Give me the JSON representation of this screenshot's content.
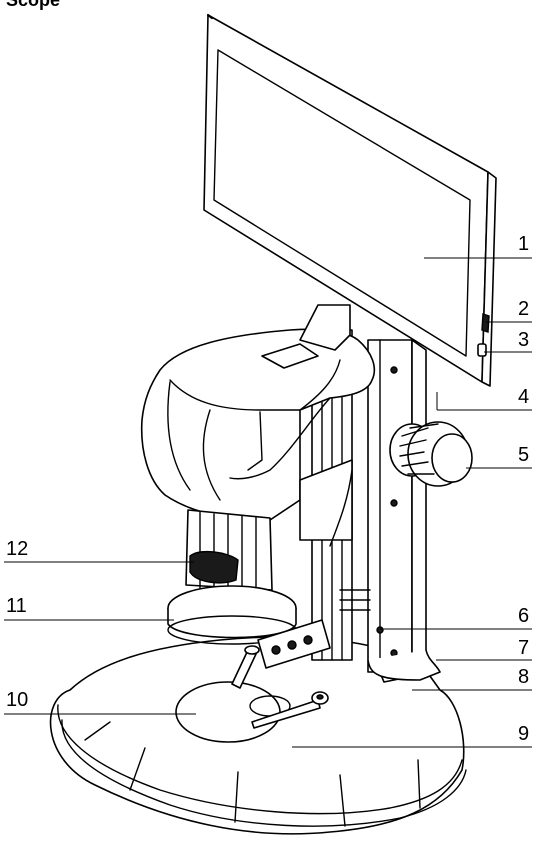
{
  "heading": "Scope",
  "callouts": [
    {
      "id": "1",
      "label": "1"
    },
    {
      "id": "2",
      "label": "2"
    },
    {
      "id": "3",
      "label": "3"
    },
    {
      "id": "4",
      "label": "4"
    },
    {
      "id": "5",
      "label": "5"
    },
    {
      "id": "6",
      "label": "6"
    },
    {
      "id": "7",
      "label": "7"
    },
    {
      "id": "8",
      "label": "8"
    },
    {
      "id": "9",
      "label": "9"
    },
    {
      "id": "10",
      "label": "10"
    },
    {
      "id": "11",
      "label": "11"
    },
    {
      "id": "12",
      "label": "12"
    }
  ]
}
